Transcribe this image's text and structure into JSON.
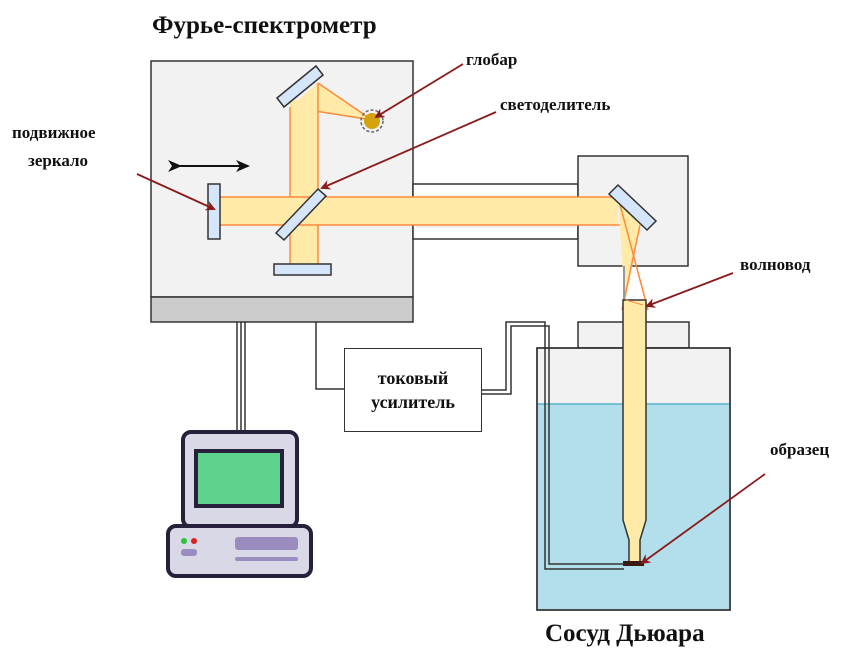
{
  "labels": {
    "spectrometer_title": "Фурье-спектрометр",
    "globar": "глобар",
    "beamsplitter": "светоделитель",
    "moving_mirror_line1": "подвижное",
    "moving_mirror_line2": "зеркало",
    "waveguide": "волновод",
    "amplifier_line1": "токовый",
    "amplifier_line2": "усилитель",
    "sample": "образец",
    "dewar_title": "Сосуд Дьюара"
  },
  "colors": {
    "beam_fill": "#ffeaa8",
    "beam_edge": "#ff8a3c",
    "mirror_fill": "#d6e6fa",
    "box_fill": "#f2f2f2",
    "base_fill": "#cccccc",
    "liquid": "#b2dfeb",
    "arrow": "#8b1a1a",
    "screen": "#5fd38d",
    "computer_body": "#d8d8e6"
  }
}
